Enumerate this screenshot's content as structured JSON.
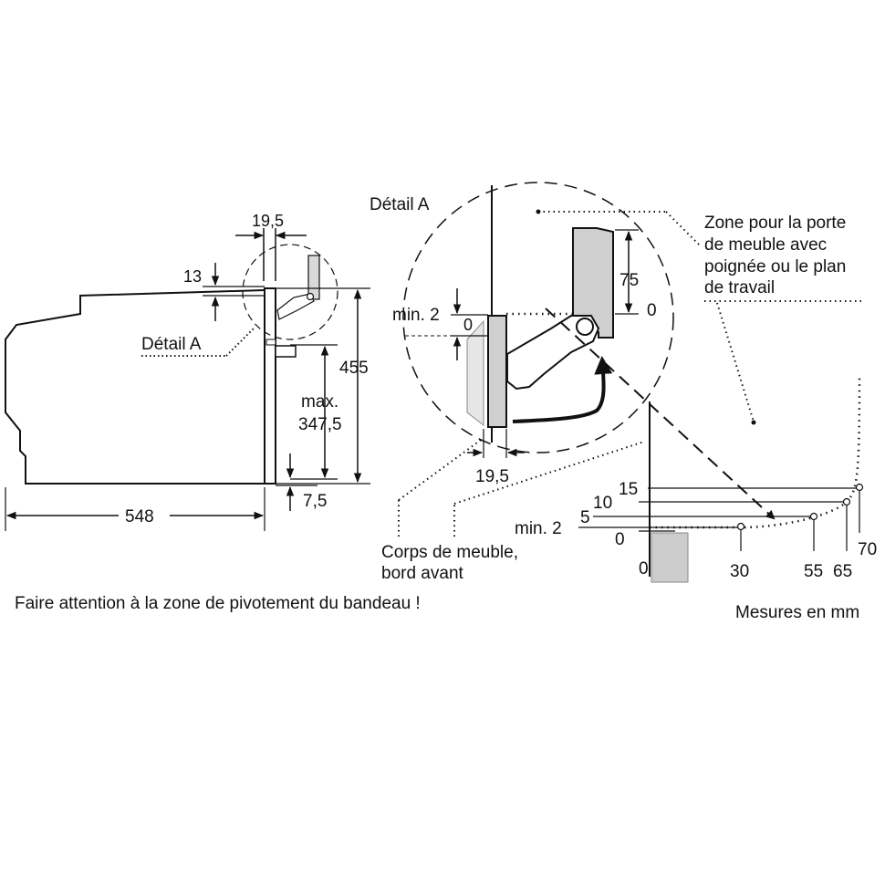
{
  "main_view": {
    "dim_19_5": "19,5",
    "dim_13": "13",
    "detail_label": "Détail A",
    "dim_455": "455",
    "dim_max": "max.",
    "dim_347_5": "347,5",
    "dim_7_5": "7,5",
    "dim_548": "548"
  },
  "detail": {
    "title": "Détail A",
    "dim_min2": "min. 2",
    "dim_0": "0",
    "dim_75": "75",
    "dim_0_right": "0",
    "dim_19_5": "19,5"
  },
  "zone_label": [
    "Zone pour la porte",
    "de meuble avec",
    "poignée ou le plan",
    "de travail"
  ],
  "cabinet_label": [
    "Corps de meuble,",
    "bord avant"
  ],
  "graph": {
    "y_labels": [
      "15",
      "10",
      "5",
      "min. 2",
      "0"
    ],
    "x_labels": [
      "0",
      "30",
      "55",
      "65",
      "70"
    ]
  },
  "warning": "Faire attention à la zone de pivotement du bandeau !",
  "units": "Mesures en mm"
}
